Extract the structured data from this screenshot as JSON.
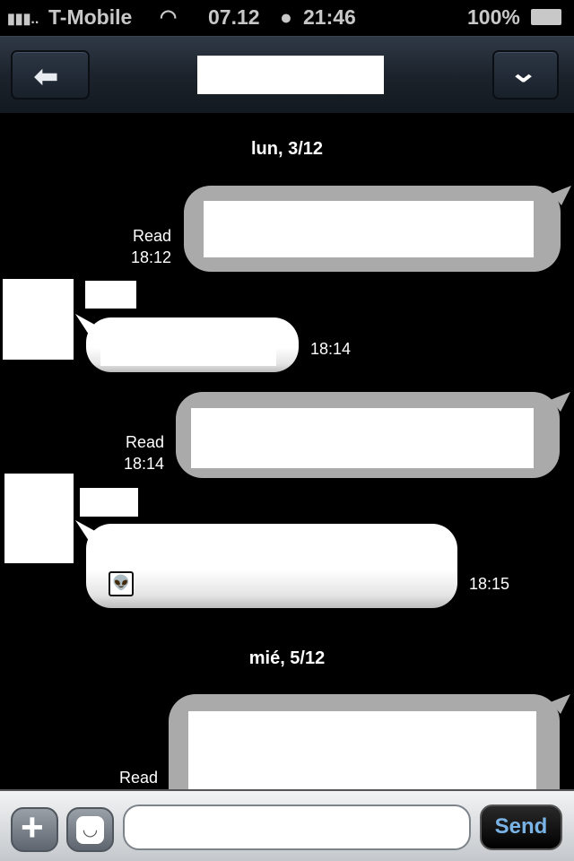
{
  "status_bar": {
    "carrier": "T-Mobile",
    "date": "07.12",
    "time": "21:46",
    "battery": "100%"
  },
  "nav": {
    "back_icon": "arrow-left-icon",
    "menu_icon": "chevron-down-icon"
  },
  "messages": {
    "date1": "lun, 3/12",
    "m1": {
      "status": "Read",
      "time": "18:12"
    },
    "m2": {
      "time": "18:14"
    },
    "m3": {
      "status": "Read",
      "time": "18:14"
    },
    "m4": {
      "time": "18:15",
      "icon": "alien-icon"
    },
    "date2": "mié, 5/12",
    "m5": {
      "status": "Read"
    }
  },
  "composer": {
    "send_label": "Send",
    "input_value": "",
    "send_color": "#7ab4e6"
  }
}
